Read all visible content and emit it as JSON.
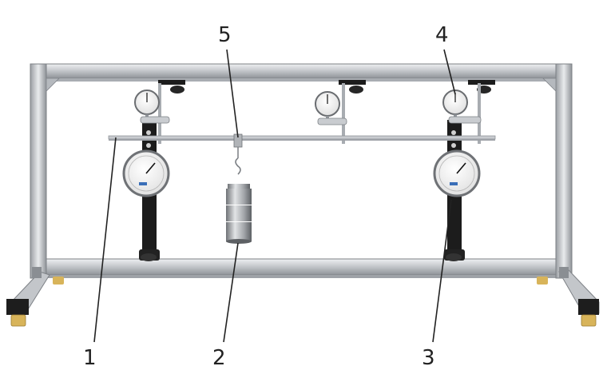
{
  "callouts": [
    {
      "id": "1",
      "label": "1"
    },
    {
      "id": "2",
      "label": "2"
    },
    {
      "id": "3",
      "label": "3"
    },
    {
      "id": "4",
      "label": "4"
    },
    {
      "id": "5",
      "label": "5"
    }
  ],
  "colors": {
    "frame": "#c9ccd0",
    "frame_dark": "#8d9196",
    "bracket": "#1c1c1c",
    "dial_face": "#f4f4f4",
    "foot": "#d8b45a",
    "beam": "#b9bcc0",
    "weight": "#9a9da1"
  }
}
